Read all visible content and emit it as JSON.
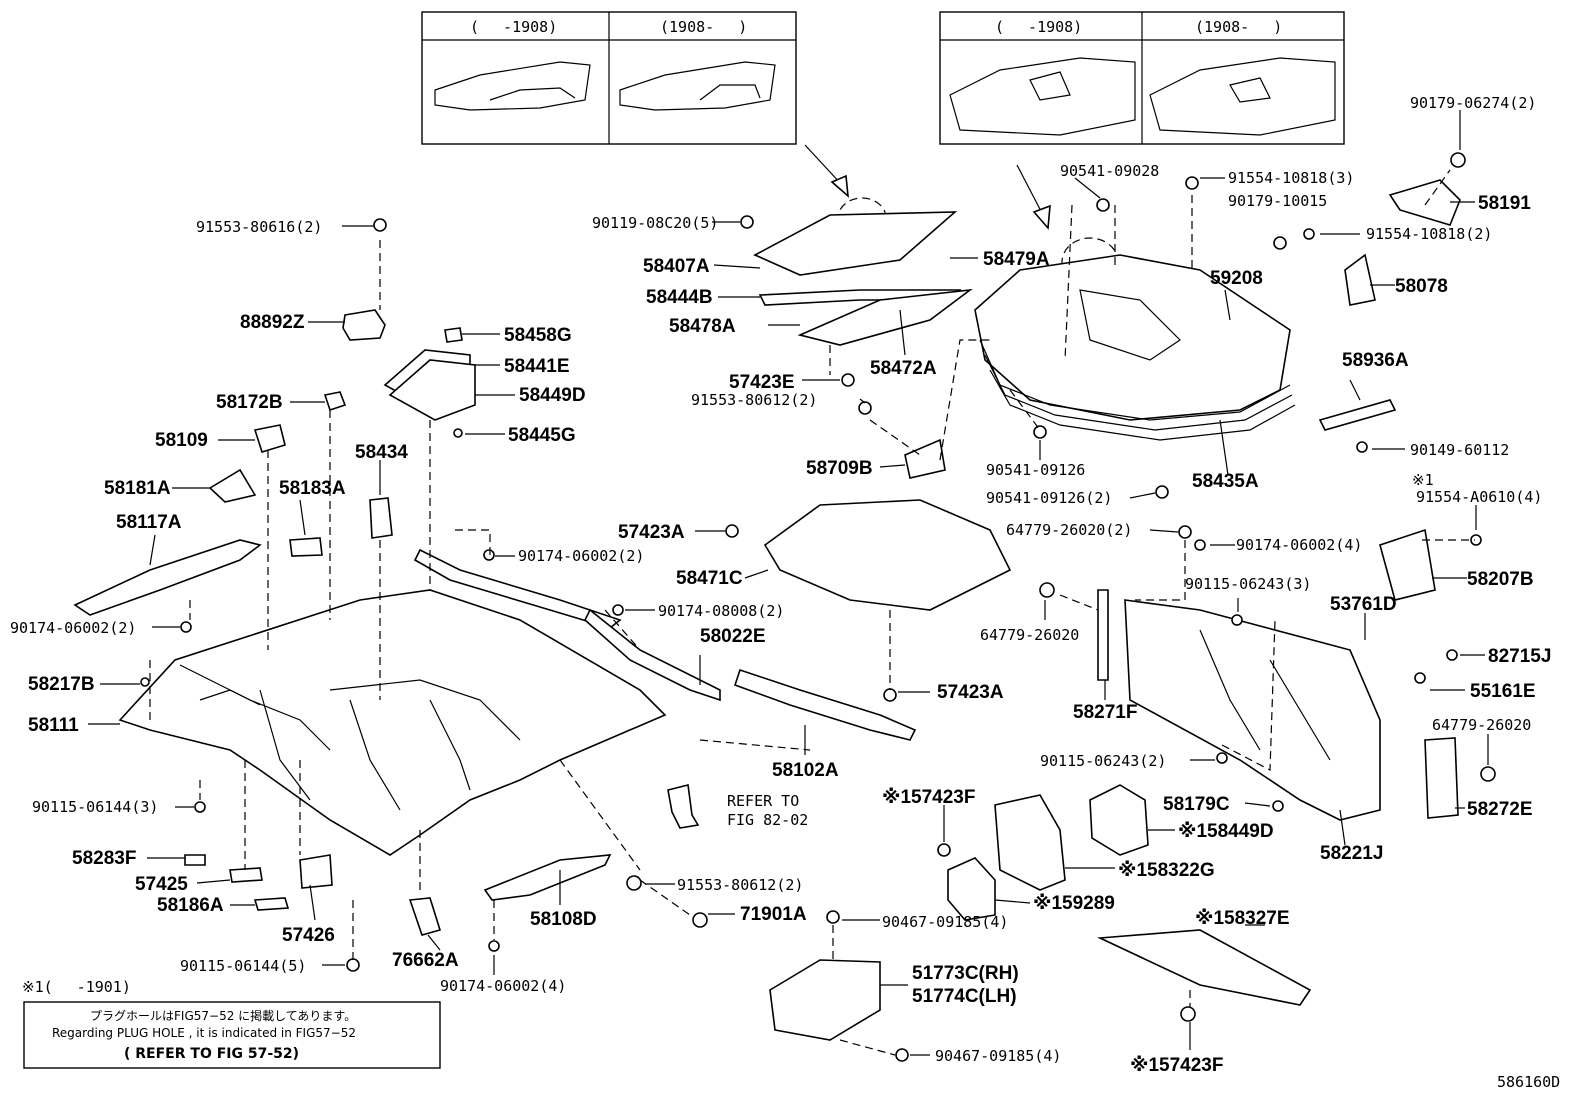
{
  "diagram_id": "586160D",
  "insets": [
    {
      "left": "(　 -1908)",
      "right": "(1908-　 )"
    },
    {
      "left": "(　 -1908)",
      "right": "(1908-　 )"
    }
  ],
  "note": {
    "marker": "※1(　 -1901)",
    "line_jp": "プラグホールはFIG57−52 に掲載してあります。",
    "line_en": "Regarding PLUG HOLE , it is indicated in FIG57−52",
    "line_ref": "( REFER TO FIG 57-52)"
  },
  "refer": {
    "line1": "REFER TO",
    "line2": "FIG 82-02"
  },
  "labels": [
    {
      "id": "l01",
      "text": "90179-06274(2)",
      "style": "small"
    },
    {
      "id": "l02",
      "text": "90541-09028",
      "style": "small"
    },
    {
      "id": "l03",
      "text": "91554-10818(3)",
      "style": "small"
    },
    {
      "id": "l04",
      "text": "58191",
      "style": "big"
    },
    {
      "id": "l05",
      "text": "90179-10015",
      "style": "small"
    },
    {
      "id": "l06",
      "text": "91554-10818(2)",
      "style": "small"
    },
    {
      "id": "l07",
      "text": "91553-80616(2)",
      "style": "small"
    },
    {
      "id": "l08",
      "text": "90119-08C20(5)",
      "style": "small"
    },
    {
      "id": "l09",
      "text": "58407A",
      "style": "big"
    },
    {
      "id": "l10",
      "text": "58479A",
      "style": "big"
    },
    {
      "id": "l11",
      "text": "59208",
      "style": "big"
    },
    {
      "id": "l12",
      "text": "58078",
      "style": "big"
    },
    {
      "id": "l13",
      "text": "58444B",
      "style": "big"
    },
    {
      "id": "l14",
      "text": "88892Z",
      "style": "big"
    },
    {
      "id": "l15",
      "text": "58478A",
      "style": "big"
    },
    {
      "id": "l16",
      "text": "58458G",
      "style": "big"
    },
    {
      "id": "l17",
      "text": "58441E",
      "style": "big"
    },
    {
      "id": "l18",
      "text": "58472A",
      "style": "big"
    },
    {
      "id": "l19",
      "text": "58936A",
      "style": "big"
    },
    {
      "id": "l20",
      "text": "58449D",
      "style": "big"
    },
    {
      "id": "l21",
      "text": "58172B",
      "style": "big"
    },
    {
      "id": "l22",
      "text": "57423E",
      "style": "big"
    },
    {
      "id": "l23",
      "text": "91553-80612(2)",
      "style": "small"
    },
    {
      "id": "l24",
      "text": "58445G",
      "style": "big"
    },
    {
      "id": "l25",
      "text": "58109",
      "style": "big"
    },
    {
      "id": "l26",
      "text": "90149-60112",
      "style": "small"
    },
    {
      "id": "l27",
      "text": "58434",
      "style": "big"
    },
    {
      "id": "l28",
      "text": "58709B",
      "style": "big"
    },
    {
      "id": "l29",
      "text": "90541-09126",
      "style": "small"
    },
    {
      "id": "l30",
      "text": "※1",
      "style": "small"
    },
    {
      "id": "l31",
      "text": "58181A",
      "style": "big"
    },
    {
      "id": "l32",
      "text": "58183A",
      "style": "big"
    },
    {
      "id": "l33",
      "text": "58435A",
      "style": "big"
    },
    {
      "id": "l34",
      "text": "90541-09126(2)",
      "style": "small"
    },
    {
      "id": "l35",
      "text": "91554-A0610(4)",
      "style": "small"
    },
    {
      "id": "l36",
      "text": "58117A",
      "style": "big"
    },
    {
      "id": "l37",
      "text": "57423A",
      "style": "big"
    },
    {
      "id": "l38",
      "text": "64779-26020(2)",
      "style": "small"
    },
    {
      "id": "l39",
      "text": "90174-06002(2)",
      "style": "small"
    },
    {
      "id": "l40",
      "text": "90174-06002(4)",
      "style": "small"
    },
    {
      "id": "l41",
      "text": "58471C",
      "style": "big"
    },
    {
      "id": "l42",
      "text": "58207B",
      "style": "big"
    },
    {
      "id": "l43",
      "text": "90115-06243(3)",
      "style": "small"
    },
    {
      "id": "l44",
      "text": "53761D",
      "style": "big"
    },
    {
      "id": "l45",
      "text": "90174-06002(2)",
      "style": "small"
    },
    {
      "id": "l46",
      "text": "90174-08008(2)",
      "style": "small"
    },
    {
      "id": "l47",
      "text": "64779-26020",
      "style": "small"
    },
    {
      "id": "l48",
      "text": "58022E",
      "style": "big"
    },
    {
      "id": "l49",
      "text": "82715J",
      "style": "big"
    },
    {
      "id": "l50",
      "text": "58217B",
      "style": "big"
    },
    {
      "id": "l51",
      "text": "57423A",
      "style": "big"
    },
    {
      "id": "l52",
      "text": "58271F",
      "style": "big"
    },
    {
      "id": "l53",
      "text": "55161E",
      "style": "big"
    },
    {
      "id": "l54",
      "text": "58111",
      "style": "big"
    },
    {
      "id": "l55",
      "text": "64779-26020",
      "style": "small"
    },
    {
      "id": "l56",
      "text": "58102A",
      "style": "big"
    },
    {
      "id": "l57",
      "text": "90115-06243(2)",
      "style": "small"
    },
    {
      "id": "l58",
      "text": "※157423F",
      "style": "big"
    },
    {
      "id": "l59",
      "text": "90115-06144(3)",
      "style": "small"
    },
    {
      "id": "l60",
      "text": "58179C",
      "style": "big"
    },
    {
      "id": "l61",
      "text": "58272E",
      "style": "big"
    },
    {
      "id": "l62",
      "text": "※158449D",
      "style": "big"
    },
    {
      "id": "l63",
      "text": "58283F",
      "style": "big"
    },
    {
      "id": "l64",
      "text": "58221J",
      "style": "big"
    },
    {
      "id": "l65",
      "text": "57425",
      "style": "big"
    },
    {
      "id": "l66",
      "text": "※158322G",
      "style": "big"
    },
    {
      "id": "l67",
      "text": "91553-80612(2)",
      "style": "small"
    },
    {
      "id": "l68",
      "text": "58186A",
      "style": "big"
    },
    {
      "id": "l69",
      "text": "71901A",
      "style": "big"
    },
    {
      "id": "l70",
      "text": "58108D",
      "style": "big"
    },
    {
      "id": "l71",
      "text": "※159289",
      "style": "big"
    },
    {
      "id": "l72",
      "text": "57426",
      "style": "big"
    },
    {
      "id": "l73",
      "text": "90467-09185(4)",
      "style": "small"
    },
    {
      "id": "l74",
      "text": "※158327E",
      "style": "big"
    },
    {
      "id": "l75",
      "text": "76662A",
      "style": "big"
    },
    {
      "id": "l76",
      "text": "90115-06144(5)",
      "style": "small"
    },
    {
      "id": "l77",
      "text": "51773C(RH)",
      "style": "big"
    },
    {
      "id": "l78",
      "text": "51774C(LH)",
      "style": "big"
    },
    {
      "id": "l79",
      "text": "90174-06002(4)",
      "style": "small"
    },
    {
      "id": "l80",
      "text": "90467-09185(4)",
      "style": "small"
    },
    {
      "id": "l81",
      "text": "※157423F",
      "style": "big"
    }
  ]
}
